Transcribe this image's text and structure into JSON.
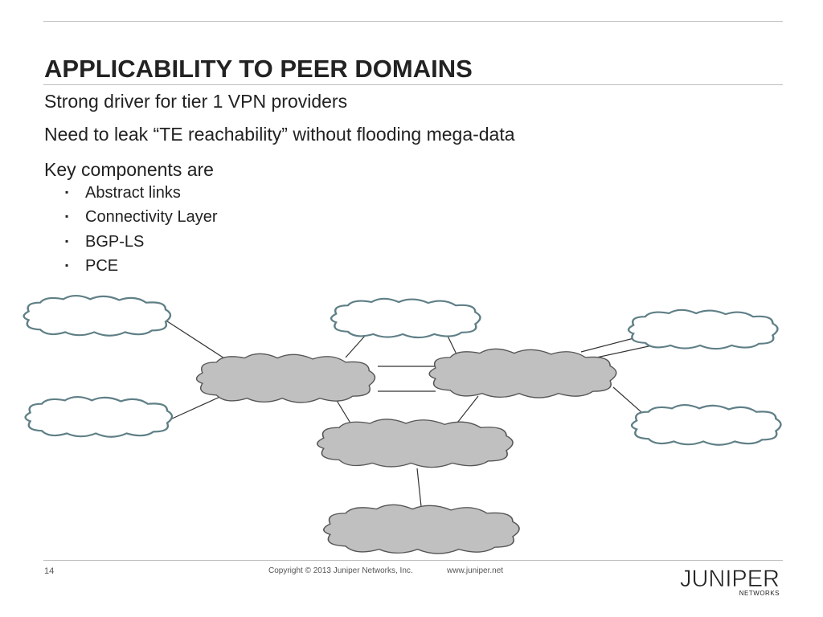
{
  "slide": {
    "title": "APPLICABILITY TO PEER DOMAINS",
    "bullets": [
      "Strong driver for tier 1 VPN providers",
      "Need to leak “TE reachability” without flooding mega-data",
      "Key components are"
    ],
    "sub_bullets": [
      "Abstract links",
      "Connectivity Layer",
      "BGP-LS",
      "PCE"
    ],
    "bullet_marker": "▪"
  },
  "diagram": {
    "peer_cloud_color": "#ffffff",
    "peer_cloud_outline": "#5f7f86",
    "core_cloud_color": "#c0c0c0",
    "core_cloud_outline": "#555555",
    "link_color": "#333333"
  },
  "footer": {
    "page_number": "14",
    "copyright": "Copyright © 2013 Juniper Networks, Inc.",
    "website": "www.juniper.net",
    "logo_text": "JUNIPER",
    "logo_subtext": "NETWORKS"
  }
}
